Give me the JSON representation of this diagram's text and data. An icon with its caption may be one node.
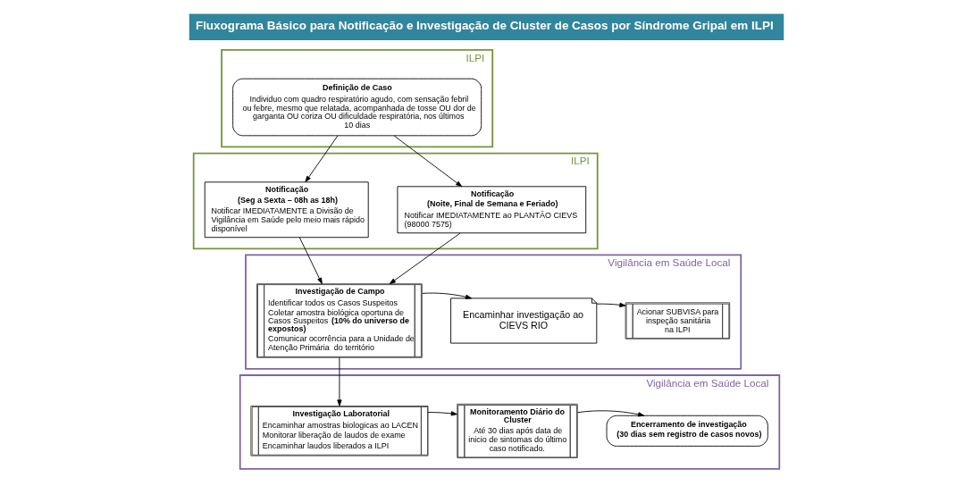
{
  "diagram": {
    "title": "Fluxograma Básico para Notificação e Investigação de Cluster de Casos por Síndrome Gripal em ILPI",
    "nodes": [
      {
        "text": [
          "ILPI"
        ]
      },
      {
        "text": [
          "Definição de Caso",
          "Individuo com quadro respiratório agudo, com sensação febril ou febre, mesmo que relatada, acompanhada de tosse OU dor de garganta OU coriza OU dificuldade respiratória, nos últimos 10 dias"
        ],
        "in": 0
      },
      {
        "text": [
          "ILPI"
        ]
      },
      {
        "text": [
          "Notificação",
          "(Seg a Sexta – 08h as 18h)",
          "Notificar IMEDIATAMENTE a Divisão de Vigilância em Saúde pelo meio mais rápido disponível"
        ],
        "in": 2
      },
      {
        "text": [
          "Notificação",
          "(Noite, Final de Semana e Feriado)",
          "Notificar IMEDIATAMENTE ao PLANTÃO CIEVS (98000 7575)"
        ],
        "in": 2
      },
      {
        "text": [
          "Vigilância em Saúde Local"
        ]
      },
      {
        "text": [
          "Investigação de Campo",
          "Identificar todos os Casos Suspeitos",
          "Coletar amostra biológica oportuna de Casos Suspeitos **(10% do universo de expostos)**",
          "Comunicar ocorrência para a Unidade de Atenção Primária  do território"
        ],
        "in": 5
      },
      {
        "text": [
          "Encaminhar investigação ao CIEVS RIO"
        ],
        "in": 5
      },
      {
        "text": [
          "Acionar SUBVISA para inspeção sanitária na ILPI"
        ],
        "in": 5
      },
      {
        "text": [
          "Vigilância em Saúde Local"
        ]
      },
      {
        "text": [
          "Investigação Laboratorial",
          "Encaminhar amostras biologicas ao LACEN",
          "Monitorar liberação de laudos de exame",
          "Encaminhar laudos liberados a ILPI"
        ],
        "in": 9
      },
      {
        "text": [
          "Monitoramento Diário do Cluster",
          "Até 30 dias após data de inicio de sintomas do último caso notificado."
        ],
        "in": 9
      },
      {
        "text": [
          "Encerramento de investigação",
          "(30 dias sem registro de casos novos)"
        ],
        "in": 9
      }
    ],
    "edges": [
      {
        "from": 1,
        "to": 3,
        "arrow": "to"
      },
      {
        "from": 1,
        "to": 4,
        "arrow": "to"
      },
      {
        "from": 3,
        "to": 6,
        "arrow": "to"
      },
      {
        "from": 4,
        "to": 6,
        "arrow": "to"
      },
      {
        "from": 6,
        "to": 7,
        "arrow": "to"
      },
      {
        "from": 7,
        "to": 8,
        "arrow": "to"
      },
      {
        "from": 6,
        "to": 10,
        "arrow": "to"
      },
      {
        "from": 10,
        "to": 11,
        "arrow": "to"
      },
      {
        "from": 11,
        "to": 12,
        "arrow": "to"
      }
    ]
  }
}
